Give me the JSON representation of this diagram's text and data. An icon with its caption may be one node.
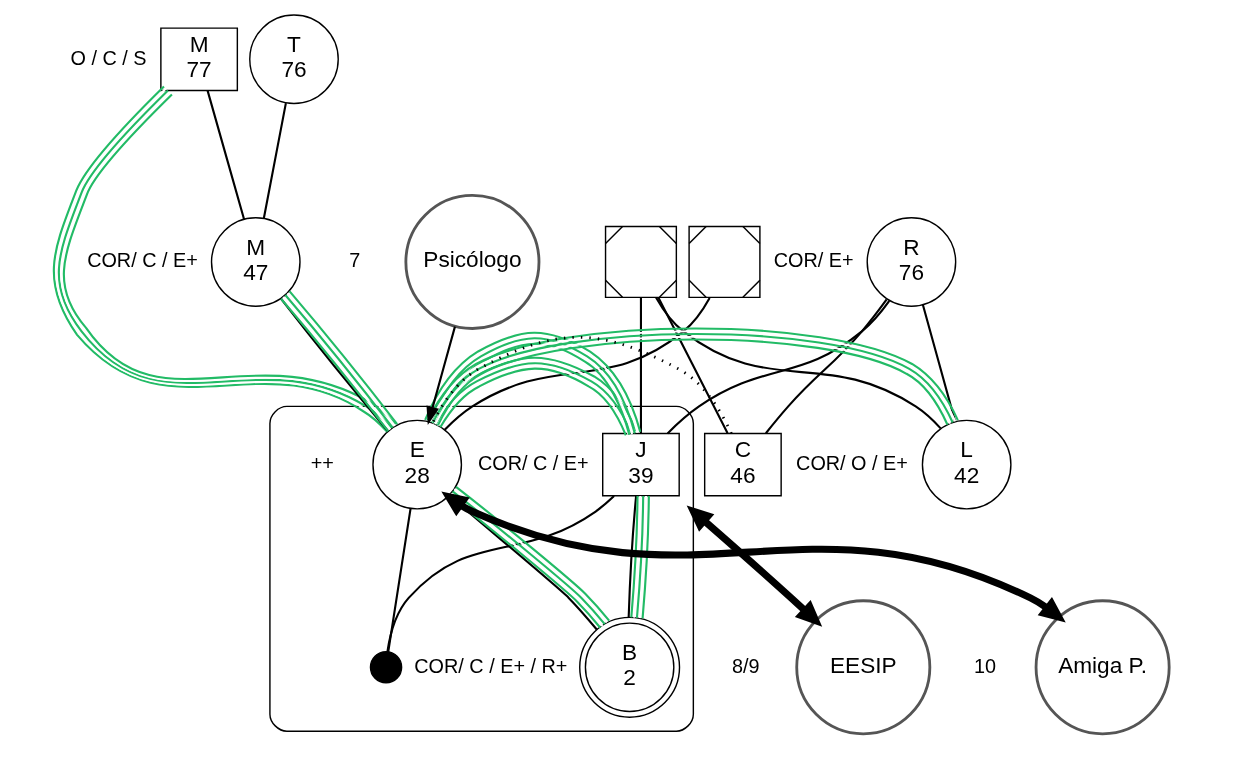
{
  "diagram": {
    "nodes": [
      {
        "text": [
          "M",
          "77"
        ],
        "beside": [
          "O / C / S"
        ]
      },
      {
        "text": [
          "T",
          "76"
        ]
      },
      {
        "text": [
          "M",
          "47"
        ],
        "beside": [
          "COR/ C / E+"
        ]
      },
      {
        "text": [],
        "shape": "box"
      },
      {
        "text": [
          "R",
          "76"
        ],
        "beside": [
          "COR/ E+"
        ]
      },
      {
        "text": [],
        "shape": "box"
      },
      {
        "text": [],
        "shape": "ellipse"
      },
      {
        "text": [
          "J",
          "39"
        ],
        "beside": [
          "COR/ C / E+"
        ],
        "in": 6
      },
      {
        "text": [
          "E",
          "28"
        ],
        "beside": [
          "++"
        ],
        "in": 6
      },
      {
        "text": [
          "L",
          "42"
        ],
        "beside": [
          "COR/ O / E+"
        ]
      },
      {
        "text": [
          "C",
          "46"
        ]
      },
      {
        "text": [],
        "shape": "circle",
        "in": 6
      },
      {
        "text": [
          "B",
          "2"
        ],
        "beside": [
          "COR/ C / E+ / R+"
        ],
        "in": 6
      },
      {
        "text": [
          "Amiga P."
        ],
        "beside": [
          "10"
        ]
      },
      {
        "text": [
          "Psicólogo"
        ],
        "beside": [
          "7"
        ]
      },
      {
        "text": [
          "EESIP"
        ],
        "beside": [
          "8/9"
        ]
      }
    ],
    "edges": [
      {
        "from": 0,
        "to": 2,
        "arrow": "none"
      },
      {
        "from": 1,
        "to": 2,
        "arrow": "none"
      },
      {
        "from": 3,
        "to": 7,
        "arrow": "none"
      },
      {
        "from": 3,
        "to": 9,
        "arrow": "none"
      },
      {
        "from": 3,
        "to": 10,
        "arrow": "none"
      },
      {
        "from": 4,
        "to": 7,
        "arrow": "none"
      },
      {
        "from": 4,
        "to": 9,
        "arrow": "none"
      },
      {
        "from": 4,
        "to": 10,
        "arrow": "none"
      },
      {
        "from": 5,
        "to": 8,
        "arrow": "none"
      },
      {
        "from": 2,
        "to": 8,
        "arrow": "none"
      },
      {
        "from": 7,
        "to": 11,
        "arrow": "none"
      },
      {
        "from": 8,
        "to": 11,
        "arrow": "none"
      },
      {
        "from": 7,
        "to": 12,
        "arrow": "none"
      },
      {
        "from": 8,
        "to": 12,
        "arrow": "none"
      },
      {
        "from": 0,
        "to": 8,
        "arrow": "none",
        "color": "#22bb66"
      },
      {
        "from": 2,
        "to": 8,
        "arrow": "none",
        "color": "#22bb66"
      },
      {
        "from": 7,
        "to": 8,
        "arrow": "none",
        "color": "#22bb66"
      },
      {
        "from": 9,
        "to": 8,
        "arrow": "none",
        "color": "#22bb66"
      },
      {
        "from": 7,
        "to": 12,
        "arrow": "none",
        "color": "#22bb66"
      },
      {
        "from": 8,
        "to": 12,
        "arrow": "none",
        "color": "#22bb66"
      },
      {
        "from": 10,
        "to": 8,
        "arrow": "none",
        "style": "dashed"
      },
      {
        "from": 8,
        "to": 13,
        "arrow": "both",
        "style": "thick"
      },
      {
        "from": 14,
        "to": 8,
        "arrow": "to"
      },
      {
        "from": 6,
        "to": 15,
        "arrow": "both",
        "style": "thick"
      }
    ]
  }
}
